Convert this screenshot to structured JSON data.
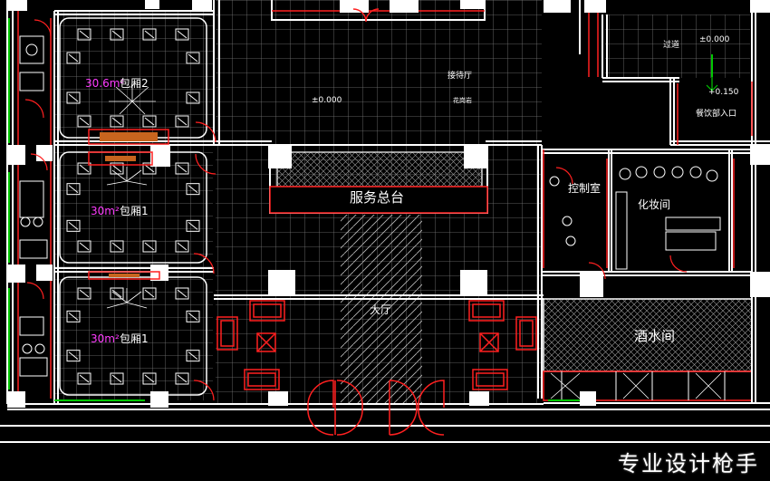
{
  "rooms": {
    "hall": "大厅",
    "front_desk": "服务总台",
    "lounge": "接待厅",
    "lounge_note": "花岗岩",
    "control_room": "控制室",
    "makeup_room": "化妆间",
    "bar": "酒水间",
    "passage": "过道",
    "entrance": "餐饮部入口"
  },
  "private_rooms": [
    {
      "area": "30.6m²",
      "name": "包厢2"
    },
    {
      "area": "30m²",
      "name": "包厢1"
    },
    {
      "area": "30m²",
      "name": "包厢1"
    }
  ],
  "levels": {
    "lounge": "±0.000",
    "passage": "±0.000",
    "entrance": "+0.150"
  },
  "watermark": "专业设计枪手",
  "colors": {
    "background": "#000000",
    "wall": "#ffffff",
    "grid": "#8a8a8a",
    "furniture": "#ff2020",
    "area_text": "#ff3cff",
    "green": "#00c800",
    "wood": "#c8641e"
  }
}
